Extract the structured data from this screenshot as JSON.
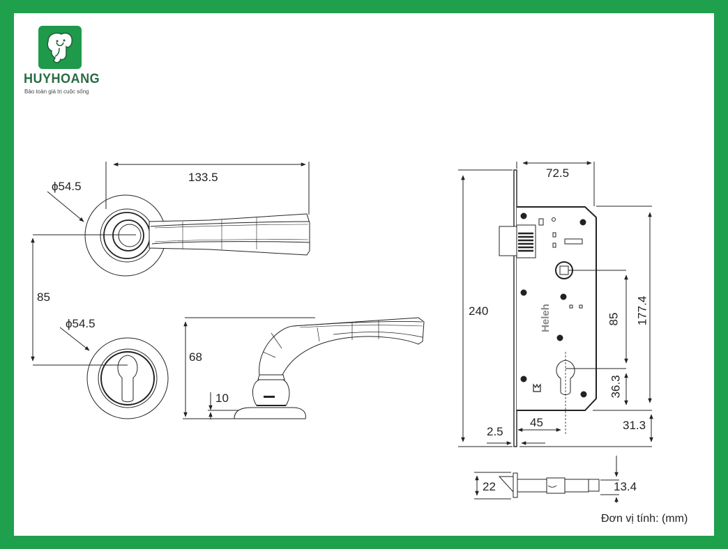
{
  "brand": {
    "name": "HUYHOANG",
    "tagline": "Bảo toàn giá trị cuộc sống",
    "logo_icon": "elephant-icon",
    "border_color": "#1ea04c",
    "logo_color": "#1e9a4a"
  },
  "handle_front": {
    "length": "133.5",
    "rose_diameter": "ϕ54.5"
  },
  "spacing": {
    "center_distance": "85"
  },
  "escutcheon": {
    "diameter": "ϕ54.5"
  },
  "handle_side": {
    "height": "68",
    "rose_thickness": "10"
  },
  "mortise_lock": {
    "backset_width": "72.5",
    "faceplate_height": "240",
    "center_to_center": "85",
    "body_height": "177.4",
    "cylinder_to_bottom": "36.3",
    "body_offset_bottom": "31.3",
    "faceplate_thickness": "2.5",
    "backset": "45",
    "brand_mark": "Heleh"
  },
  "latch": {
    "height": "22",
    "thickness": "13.4"
  },
  "unit_note": "Đơn vị tính: (mm)"
}
